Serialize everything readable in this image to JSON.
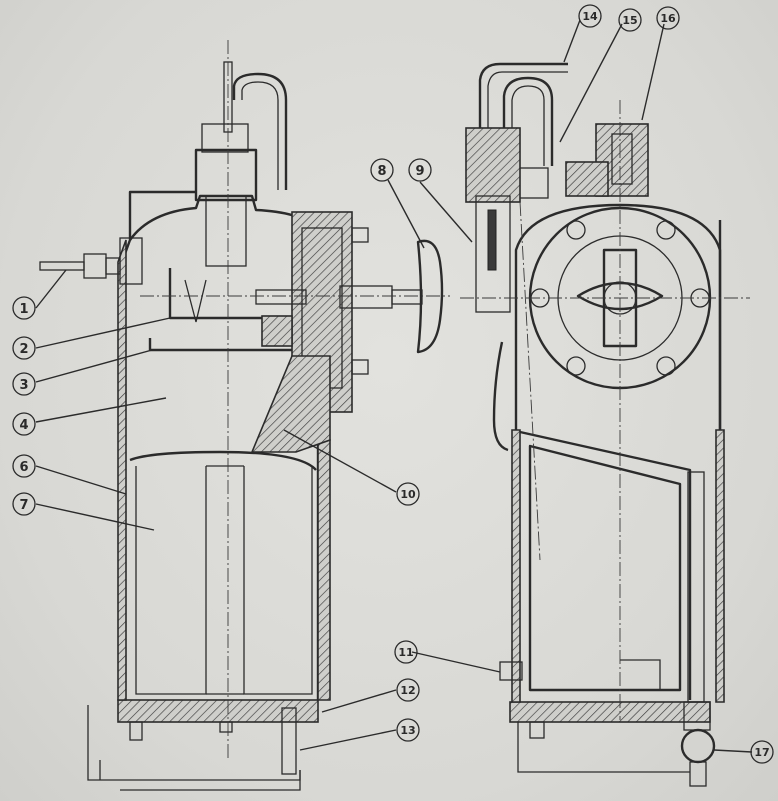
{
  "callouts": [
    {
      "id": "c1",
      "label": "1"
    },
    {
      "id": "c2",
      "label": "2"
    },
    {
      "id": "c3",
      "label": "3"
    },
    {
      "id": "c4",
      "label": "4"
    },
    {
      "id": "c6",
      "label": "6"
    },
    {
      "id": "c7",
      "label": "7"
    },
    {
      "id": "c8",
      "label": "8"
    },
    {
      "id": "c9",
      "label": "9"
    },
    {
      "id": "c10",
      "label": "10"
    },
    {
      "id": "c11",
      "label": "11"
    },
    {
      "id": "c12",
      "label": "12"
    },
    {
      "id": "c13",
      "label": "13"
    },
    {
      "id": "c14",
      "label": "14"
    },
    {
      "id": "c15",
      "label": "15"
    },
    {
      "id": "c16",
      "label": "16"
    },
    {
      "id": "c17",
      "label": "17"
    }
  ]
}
